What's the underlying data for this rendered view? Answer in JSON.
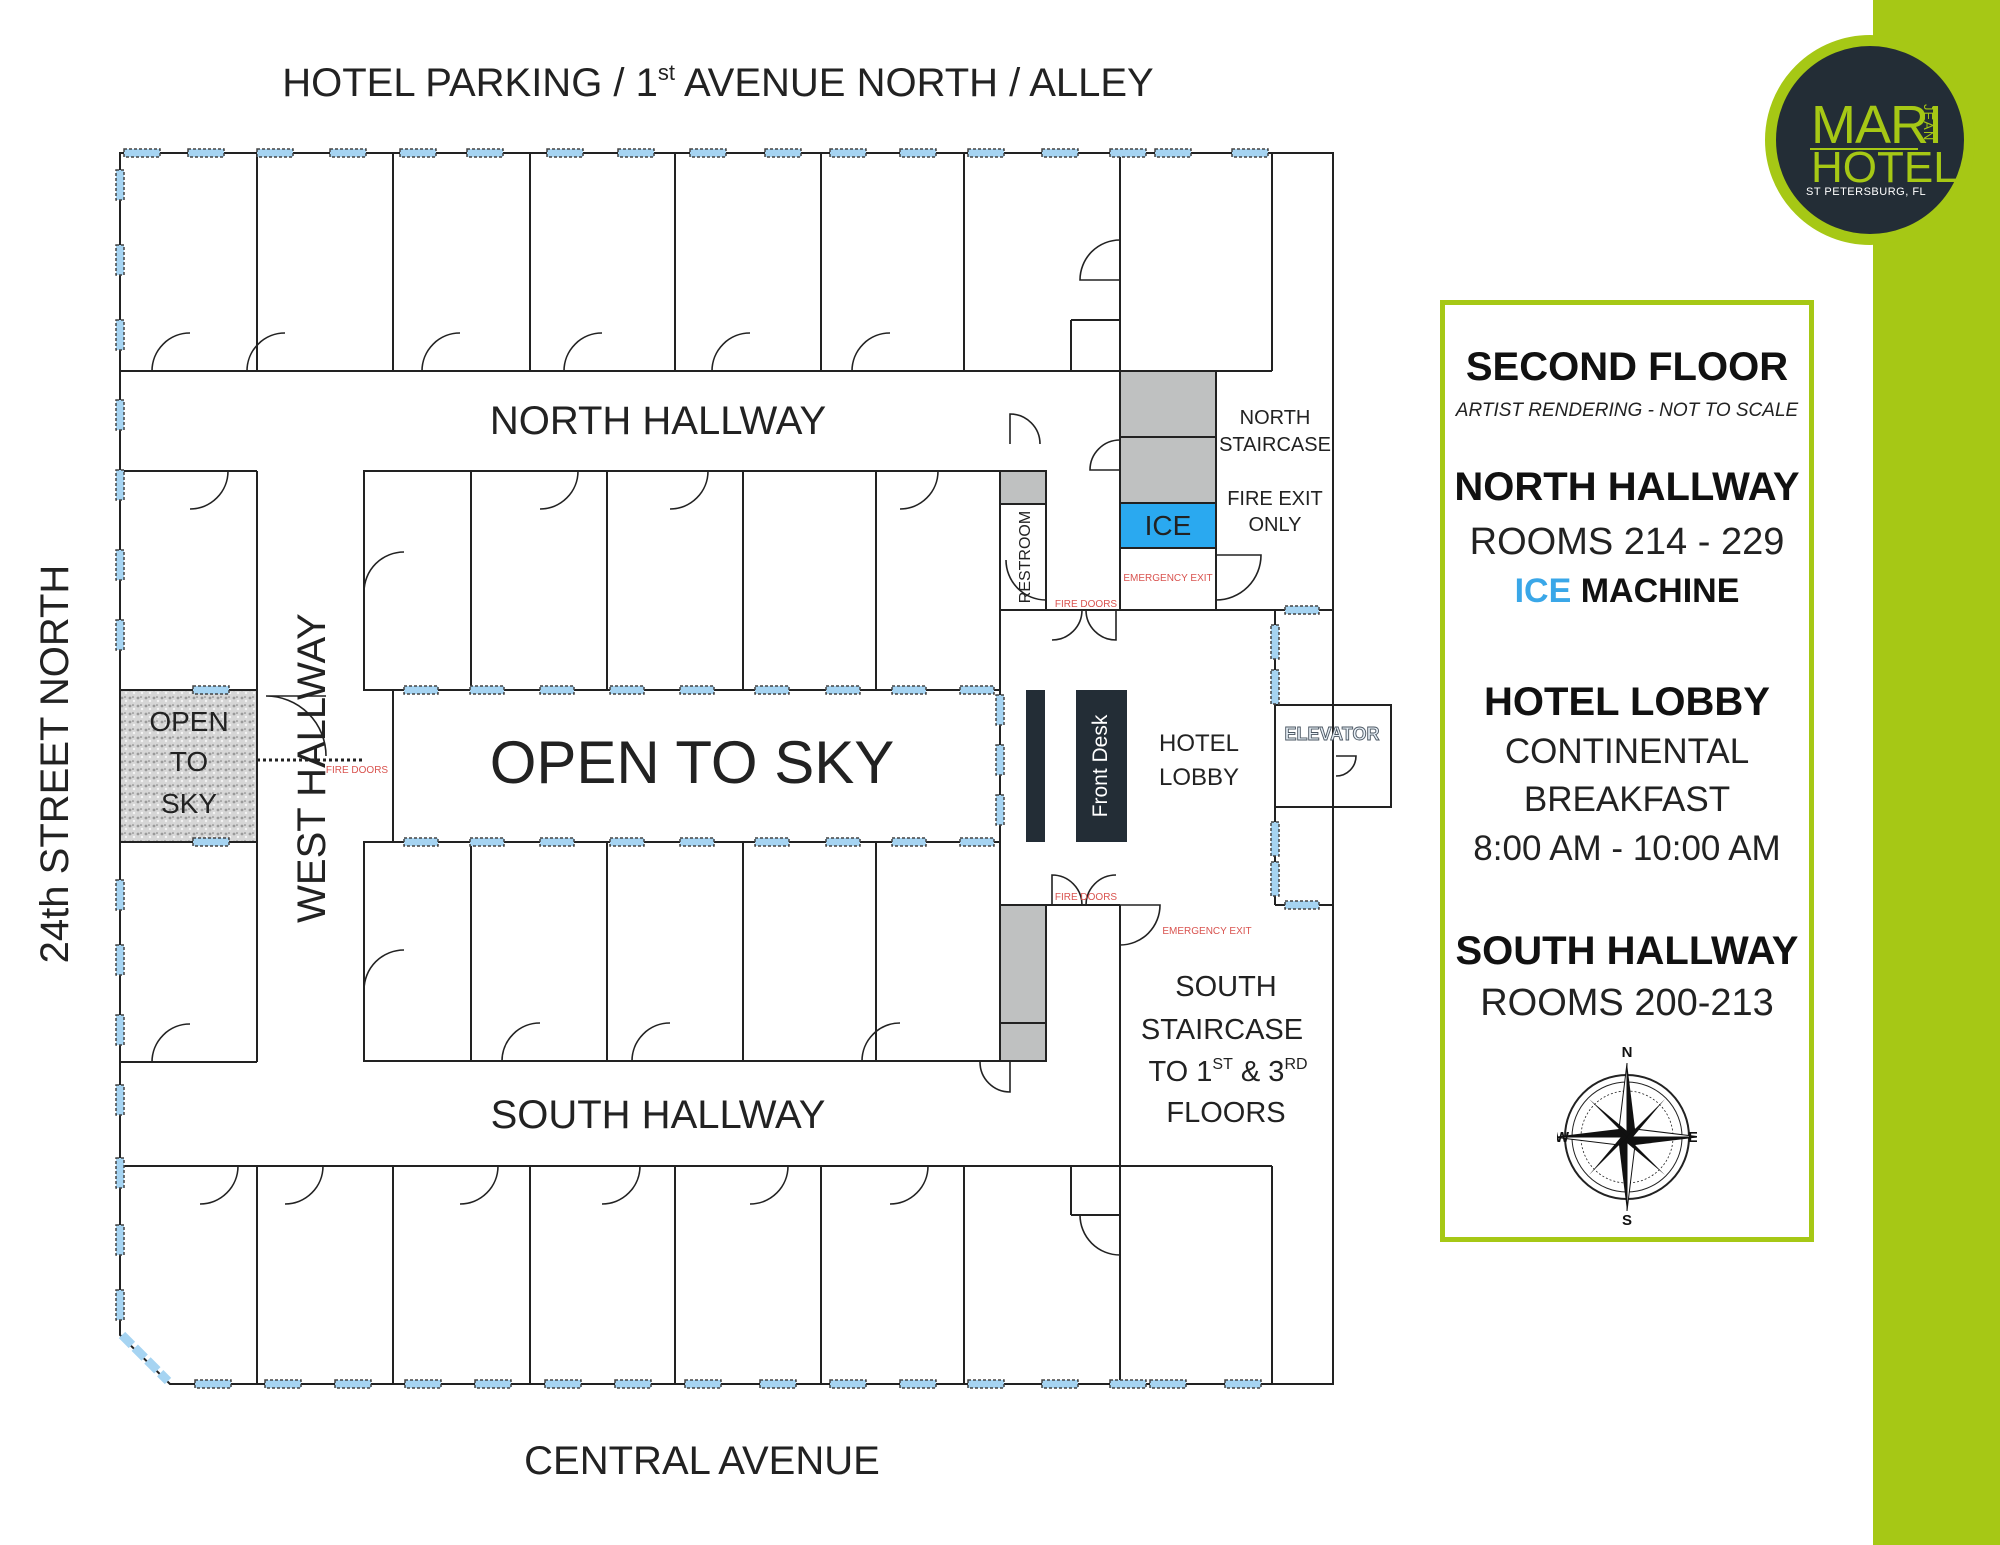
{
  "streets": {
    "north": "HOTEL PARKING / 1",
    "north_sup": "st",
    "north_rest": " AVENUE NORTH / ALLEY",
    "west": "24th STREET NORTH",
    "south": "CENTRAL AVENUE"
  },
  "areas": {
    "north_hallway": "NORTH HALLWAY",
    "south_hallway": "SOUTH HALLWAY",
    "west_hallway": "WEST HALLWAY",
    "courtyard": "OPEN TO SKY",
    "small_court": [
      "OPEN",
      "TO",
      "SKY"
    ],
    "north_staircase": [
      "NORTH",
      "STAIRCASE"
    ],
    "fire_exit": [
      "FIRE EXIT",
      "ONLY"
    ],
    "ice": "ICE",
    "restroom": "RESTROOM",
    "emergency_exit": "EMERGENCY EXIT",
    "fire_doors": "FIRE DOORS",
    "front_desk": "Front Desk",
    "hotel_lobby": [
      "HOTEL",
      "LOBBY"
    ],
    "elevator": "ELEVATOR",
    "south_staircase": [
      "SOUTH",
      "STAIRCASE",
      "TO 1",
      "ST",
      " & 3",
      "RD",
      "FLOORS"
    ]
  },
  "logo": {
    "name": "MARI",
    "name_vertical": "JEAN",
    "word": "HOTEL",
    "location": "ST PETERSBURG, FL"
  },
  "legend": {
    "title": "SECOND FLOOR",
    "subtitle": "ARTIST RENDERING - NOT TO SCALE",
    "north_heading": "NORTH HALLWAY",
    "north_rooms": "ROOMS 214 - 229",
    "ice_word": "ICE",
    "machine_word": " MACHINE",
    "lobby_heading": "HOTEL LOBBY",
    "lobby_line1": "CONTINENTAL",
    "lobby_line2": "BREAKFAST",
    "lobby_hours": "8:00 AM - 10:00 AM",
    "south_heading": "SOUTH HALLWAY",
    "south_rooms": "ROOMS 200-213",
    "compass": {
      "n": "N",
      "s": "S",
      "e": "E",
      "w": "W"
    }
  },
  "colors": {
    "accent_green": "#a6c815",
    "logo_navy": "#232d36",
    "window_blue": "#a6d4f2",
    "ice_blue": "#2aa9f0",
    "stair_gray": "#bfc1c1",
    "red_text": "#d9534f"
  }
}
